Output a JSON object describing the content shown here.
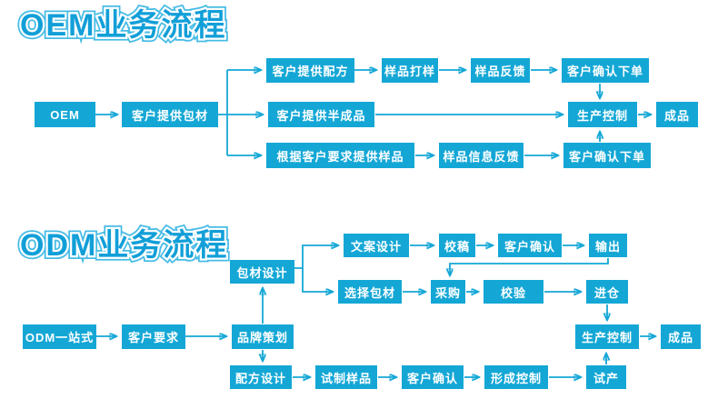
{
  "colors": {
    "accent": "#14a7d6",
    "title_fill": "#129fd8",
    "title_outline": "#45bbe5",
    "node_text": "#ffffff",
    "background": "#ffffff"
  },
  "oem": {
    "title": "OEM业务流程",
    "nodes": {
      "start": "OEM",
      "pkg": "客户提供包材",
      "r1a": "客户提供配方",
      "r1b": "样品打样",
      "r1c": "样品反馈",
      "r1d": "客户确认下单",
      "r2a": "客户提供半成品",
      "prod": "生产控制",
      "finish": "成品",
      "r3a": "根据客户要求提供样品",
      "r3b": "样品信息反馈",
      "r3c": "客户确认下单"
    }
  },
  "odm": {
    "title": "ODM业务流程",
    "nodes": {
      "start": "ODM一站式",
      "req": "客户要求",
      "brand": "品牌策划",
      "pkg_design": "包材设计",
      "copy_design": "文案设计",
      "proof": "校稿",
      "confirm_copy": "客户确认",
      "output": "输出",
      "choose_pkg": "选择包材",
      "purchase": "采购",
      "verify": "校验",
      "warehouse": "进仓",
      "prod": "生产控制",
      "finish": "成品",
      "formula": "配方设计",
      "trial": "试制样品",
      "confirm_sample": "客户确认",
      "form_control": "形成控制",
      "pilot": "试产"
    }
  }
}
